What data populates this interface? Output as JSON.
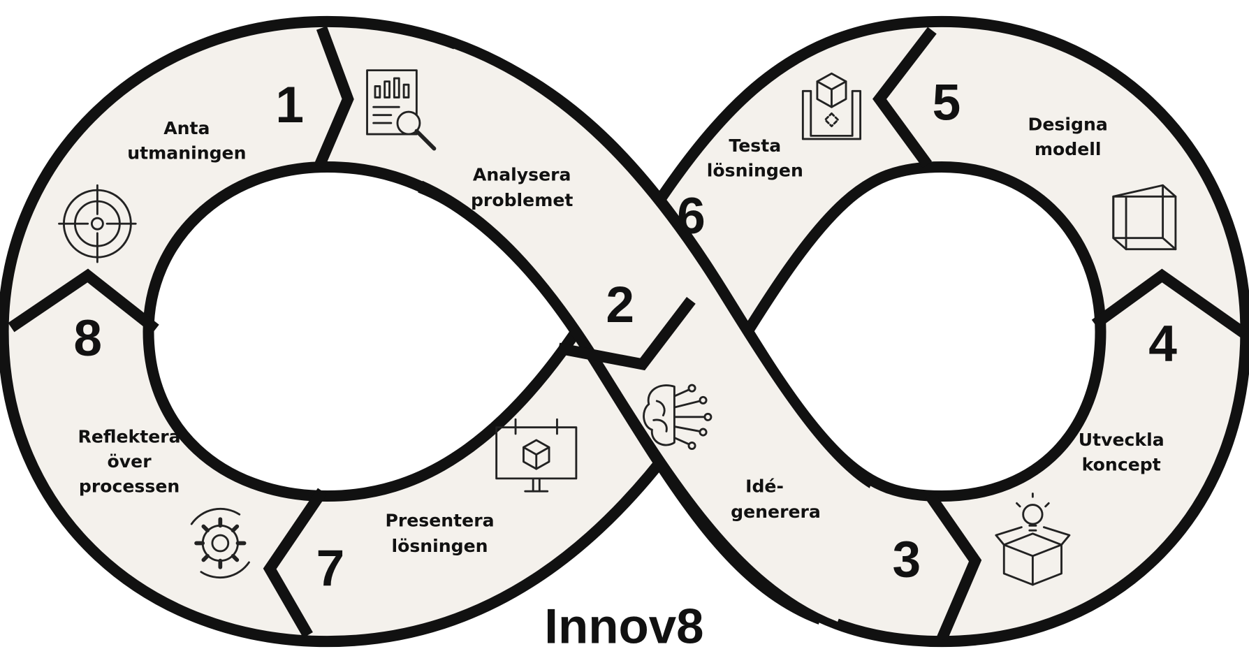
{
  "title": "Innov8",
  "colors": {
    "band": "#f4f1ec",
    "outline": "#111111"
  },
  "steps": [
    {
      "number": "1",
      "line1": "Anta",
      "line2": "utmaningen",
      "icon": "target-icon"
    },
    {
      "number": "2",
      "line1": "Analysera",
      "line2": "problemet",
      "icon": "report-magnifier-icon"
    },
    {
      "number": "3",
      "line1": "Idé-",
      "line2": "generera",
      "icon": "brain-circuit-icon"
    },
    {
      "number": "4",
      "line1": "Utveckla",
      "line2": "koncept",
      "icon": "lightbulb-box-icon"
    },
    {
      "number": "5",
      "line1": "Designa",
      "line2": "modell",
      "icon": "wireframe-cube-icon"
    },
    {
      "number": "6",
      "line1": "Testa",
      "line2": "lösningen",
      "icon": "blueprint-cube-icon"
    },
    {
      "number": "7",
      "line1": "Presentera",
      "line2": "lösningen",
      "icon": "presentation-board-icon"
    },
    {
      "number": "8",
      "line1": "Reflektera",
      "line2": "över",
      "line3": "processen",
      "icon": "gear-cycle-icon"
    }
  ]
}
